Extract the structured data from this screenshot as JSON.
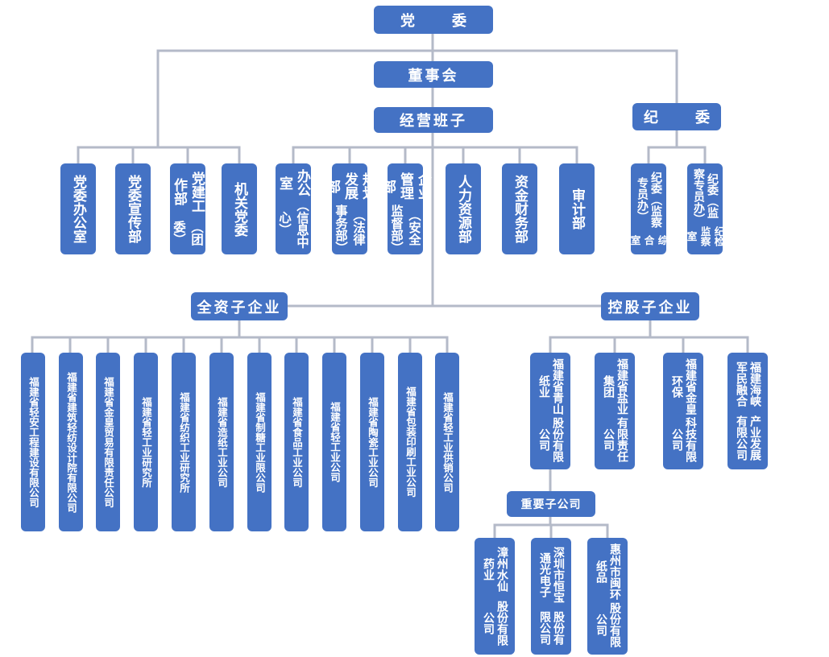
{
  "top": {
    "party_committee": "党　委",
    "board": "董事会",
    "management": "经营班子",
    "discipline_committee": "纪　委"
  },
  "party_depts": {
    "office": "党委办公室",
    "publicity": "党委宣传部",
    "party_building_a": "党建工作部",
    "party_building_b": "（团委）",
    "organ_committee": "机关党委"
  },
  "mgmt_depts": {
    "office_a": "办公室",
    "office_b": "（信息中心）",
    "planning_a": "规划发展部",
    "planning_b": "（法律事务部）",
    "enterprise_a": "企业管理部",
    "enterprise_b": "（安全监督部）",
    "hr": "人力资源部",
    "finance": "资金财务部",
    "audit": "审计部"
  },
  "discipline_depts": {
    "general_a": "纪委（监察专员办）",
    "general_b": "综合室",
    "inspection_a": "纪委（监察专员办）",
    "inspection_b": "纪检监察室"
  },
  "wholly_owned": {
    "title": "全资子企业",
    "items": [
      "福建省轻安工程建设有限公司",
      "福建省建筑轻纺设计院有限公司",
      "福建省金皇贸易有限责任公司",
      "福建省轻工业研究所",
      "福建省纺织工业研究所",
      "福建省造纸工业公司",
      "福建省制糖工业限公司",
      "福建省食品工业公司",
      "福建省轻工业公司",
      "福建省陶瓷工业公司",
      "福建省包装印刷工业公司",
      "福建省轻工业供销公司"
    ]
  },
  "holding": {
    "title": "控股子企业",
    "items": [
      {
        "a": "福建省青山纸业",
        "b": "股份有限公司"
      },
      {
        "a": "福建省盐业集团",
        "b": "有限责任公司"
      },
      {
        "a": "福建省金皇环保",
        "b": "科技有限公司"
      },
      {
        "a": "福建海峡军民融合",
        "b": "产业发展有限公司"
      }
    ]
  },
  "important": {
    "title": "重要子公司",
    "items": [
      {
        "a": "漳州水仙药业",
        "b": "股份有限公司"
      },
      {
        "a": "深圳市恒宝通光电子",
        "b": "股份有限公司"
      },
      {
        "a": "惠州市闽环纸品",
        "b": "股份有限公司"
      }
    ]
  },
  "colors": {
    "box": "#4472c4",
    "line": "#b4bac8",
    "text": "#ffffff"
  }
}
